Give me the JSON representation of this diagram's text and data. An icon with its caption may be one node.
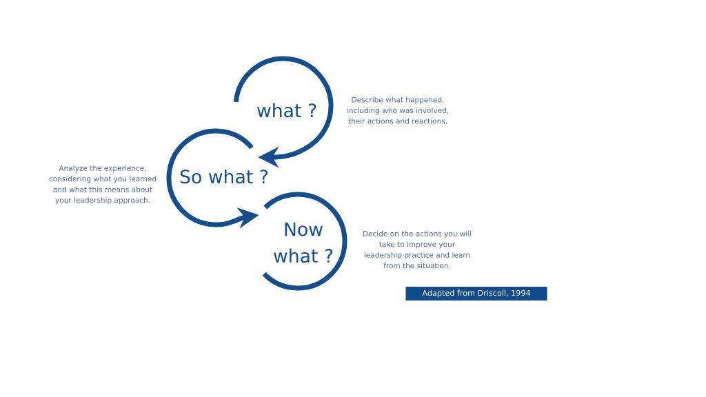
{
  "diagram": {
    "nodes": [
      {
        "text": [
          "what ?"
        ],
        "beside": [
          "Describe what happened, including who was involved, their actions and reactions."
        ]
      },
      {
        "text": [
          "So what ?"
        ],
        "beside": [
          "Analyze the experience, considering what you learned and what this means about your leadership approach."
        ]
      },
      {
        "text": [
          "Now what ?"
        ],
        "beside": [
          "Decide on the actions you will take to improve your leadership practice and learn from the situation."
        ]
      },
      {
        "text": [
          "Adapted from Driscoll, 1994"
        ]
      }
    ],
    "edges": [
      {
        "from": 0,
        "to": 1,
        "arrow": "to"
      },
      {
        "from": 1,
        "to": 2,
        "arrow": "to"
      }
    ]
  }
}
